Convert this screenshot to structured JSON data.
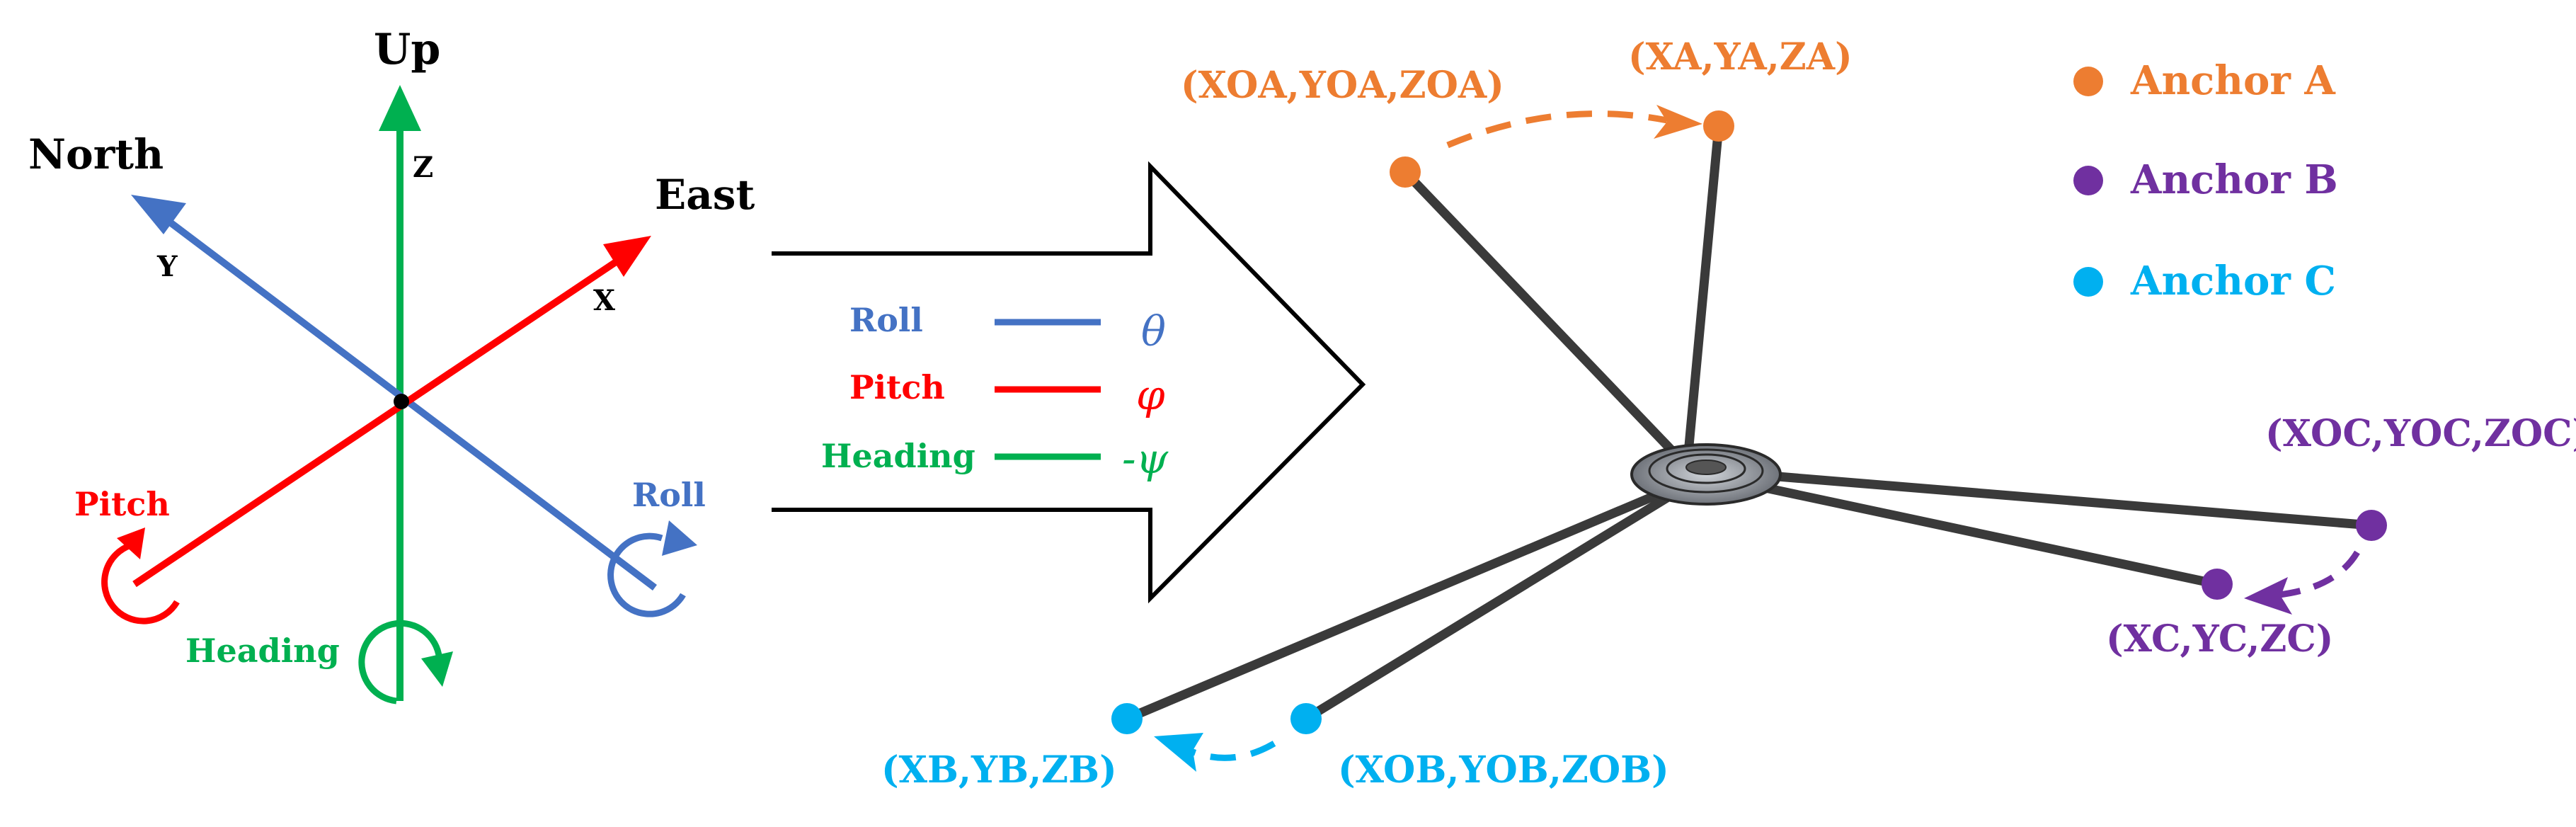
{
  "axes": {
    "up": "Up",
    "north": "North",
    "east": "East",
    "z": "Z",
    "y": "Y",
    "x": "X"
  },
  "rotations": {
    "pitch": "Pitch",
    "roll": "Roll",
    "heading": "Heading"
  },
  "legend_mapping": [
    {
      "label": "Roll",
      "symbol": "θ",
      "color": "#4472c4"
    },
    {
      "label": "Pitch",
      "symbol": "φ",
      "color": "#ff0000"
    },
    {
      "label": "Heading",
      "symbol": "-ψ",
      "color": "#00b050"
    }
  ],
  "anchors_legend": [
    {
      "label": "Anchor A",
      "color": "#ed7d31"
    },
    {
      "label": "Anchor B",
      "color": "#7030a0"
    },
    {
      "label": "Anchor C",
      "color": "#00b0f0"
    }
  ],
  "point_labels": {
    "oa": "(XOA,YOA,ZOA)",
    "a": "(XA,YA,ZA)",
    "ob": "(XOB,YOB,ZOB)",
    "b": "(XB,YB,ZB)",
    "oc": "(XOC,YOC,ZOC)",
    "c": "(XC,YC,ZC)"
  },
  "colors": {
    "blue": "#4472c4",
    "red": "#ff0000",
    "green": "#00b050",
    "orange": "#ed7d31",
    "purple": "#7030a0",
    "cyan": "#00b0f0",
    "rod": "#3a3a3a"
  }
}
